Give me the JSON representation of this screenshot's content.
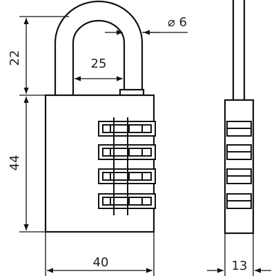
{
  "drawing": {
    "dimensions": {
      "shackle_height": "22",
      "body_height": "44",
      "shackle_inner_width": "25",
      "shackle_diameter": "⌀ 6",
      "body_width": "40",
      "body_thickness": "13"
    },
    "colors": {
      "line": "#111111",
      "background": "#ffffff"
    }
  }
}
